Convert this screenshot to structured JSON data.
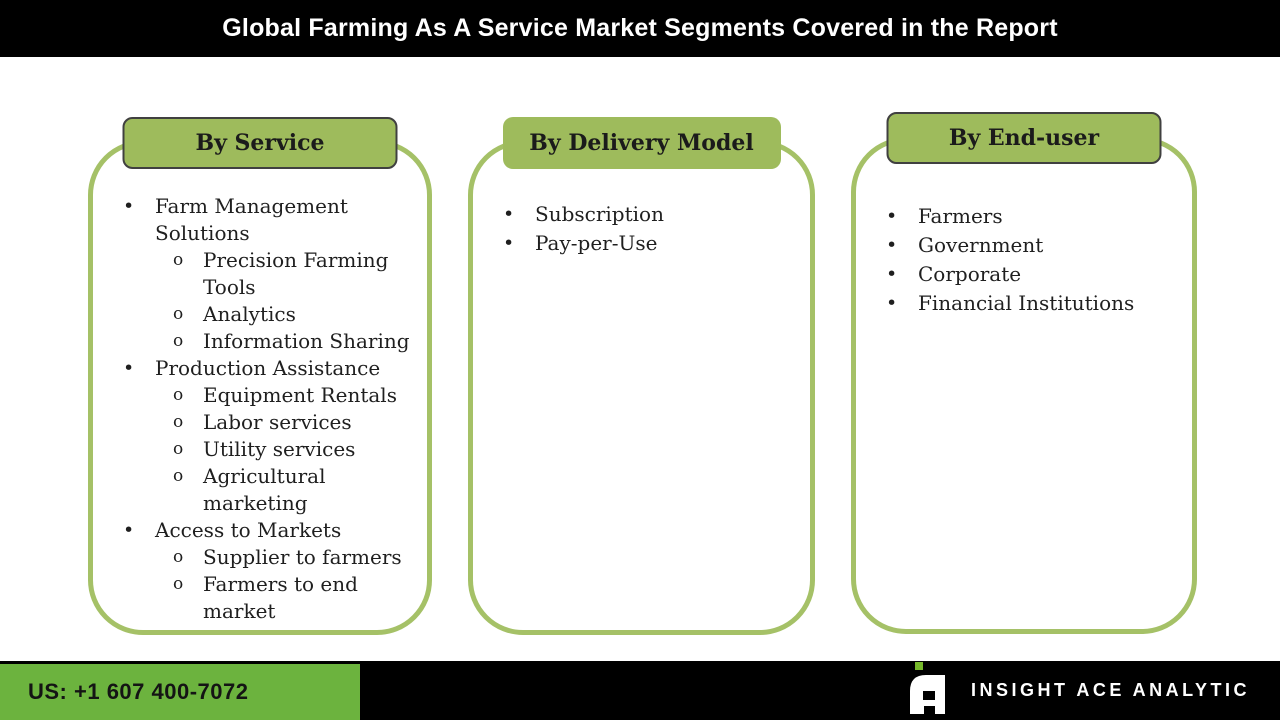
{
  "title_bar": {
    "title": "Global Farming As A Service Market Segments Covered in the Report"
  },
  "columns": [
    {
      "title": "By Service",
      "items": [
        {
          "level": 1,
          "text": "Farm Management\nSolutions"
        },
        {
          "level": 2,
          "text": "Precision Farming\nTools"
        },
        {
          "level": 2,
          "text": "Analytics"
        },
        {
          "level": 2,
          "text": "Information Sharing"
        },
        {
          "level": 1,
          "text": "Production Assistance"
        },
        {
          "level": 2,
          "text": "Equipment Rentals"
        },
        {
          "level": 2,
          "text": "Labor services"
        },
        {
          "level": 2,
          "text": "Utility services"
        },
        {
          "level": 2,
          "text": "Agricultural\nmarketing"
        },
        {
          "level": 1,
          "text": "Access to Markets"
        },
        {
          "level": 2,
          "text": "Supplier to farmers"
        },
        {
          "level": 2,
          "text": "Farmers to end\nmarket"
        }
      ]
    },
    {
      "title": "By Delivery Model",
      "items": [
        {
          "level": 1,
          "text": "Subscription"
        },
        {
          "level": 1,
          "text": "Pay-per-Use"
        }
      ]
    },
    {
      "title": "By End-user",
      "items": [
        {
          "level": 1,
          "text": "Farmers"
        },
        {
          "level": 1,
          "text": "Government"
        },
        {
          "level": 1,
          "text": "Corporate"
        },
        {
          "level": 1,
          "text": "Financial Institutions"
        }
      ]
    }
  ],
  "footer": {
    "phone": "US: +1 607 400-7072",
    "brand": "INSIGHT ACE ANALYTIC"
  },
  "icons": {
    "level1_bullet": "•",
    "level2_bullet": "o",
    "logo": "insightace-a-logo"
  },
  "colors": {
    "header_box_green": "#9ebb5c",
    "container_border_green": "#a5c167",
    "footer_green": "#6cb33e",
    "logo_green": "#76b82a",
    "bar_black": "#000000",
    "text_dark": "#1f1f1f"
  }
}
